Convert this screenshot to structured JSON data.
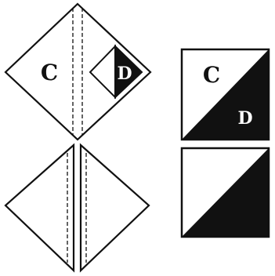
{
  "labels": {
    "big_triangle": "C",
    "small_triangle": "D",
    "square_top_white": "C",
    "square_top_black": "D"
  },
  "colors": {
    "ink": "#111111",
    "paper": "#ffffff"
  }
}
